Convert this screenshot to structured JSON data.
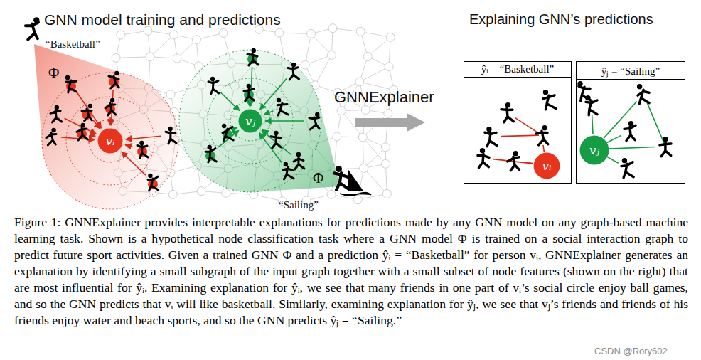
{
  "diagram": {
    "title": "GNN model training and predictions",
    "caption": "Figure 1: GNNExplainer provides interpretable explanations for predictions made by any GNN model on any graph-based machine learning task. Shown is a hypothetical node classification task where a GNN model Φ is trained on a social interaction graph to predict future sport activities. Given a trained GNN Φ and a prediction ŷᵢ = “Basketball” for person vᵢ, GNNExplainer generates an explanation by identifying a small subgraph of the input graph together with a small subset of node features (shown on the right) that are most influential for ŷᵢ. Examining explanation for ŷᵢ, we see that many friends in one part of vᵢ’s social circle enjoy ball games, and so the GNN predicts that vᵢ will like basketball. Similarly, examining explanation for ŷⱼ, we see that vⱼ’s friends and friends of his friends enjoy water and beach sports, and so the GNN predicts ŷⱼ = “Sailing.”",
    "nodes": [
      {
        "text": [
          "vᵢ"
        ]
      },
      {
        "text": [
          "vⱼ"
        ]
      },
      {
        "text": [
          "ŷᵢ = “Basketball”"
        ]
      },
      {
        "text": [
          "vᵢ"
        ],
        "in": 2
      },
      {
        "text": [
          "ŷⱼ = “Sailing”"
        ]
      },
      {
        "text": [
          "vⱼ"
        ],
        "in": 4
      }
    ],
    "labels": [
      "Explaining GNN’s predictions",
      "“Basketball”",
      "Φ",
      "GNNExplainer",
      "Φ",
      "“Sailing”",
      "CSDN @Rory602"
    ]
  }
}
